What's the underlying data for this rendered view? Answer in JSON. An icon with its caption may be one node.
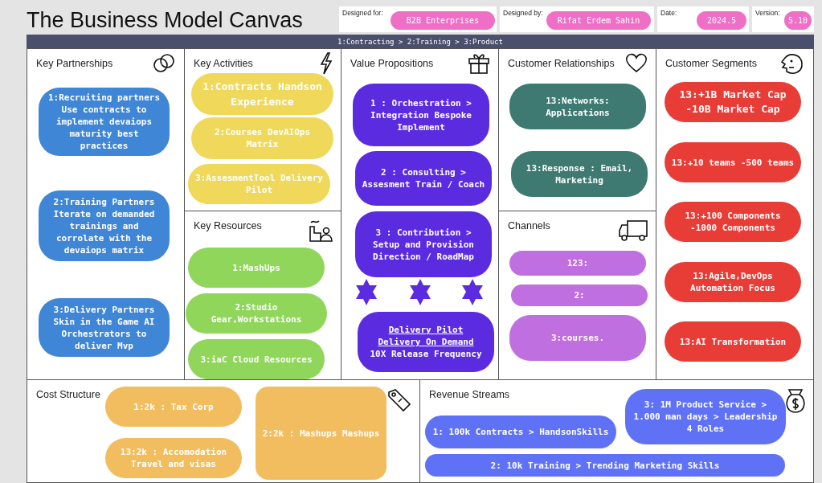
{
  "diagram": {
    "title": "The Business Model Canvas",
    "nodes": [
      {
        "text": [
          "Designed for:"
        ]
      },
      {
        "text": [
          "B2B Enterprises"
        ],
        "in": 0
      },
      {
        "text": [
          "Designed by:"
        ]
      },
      {
        "text": [
          "Rifat Erdem Sahin"
        ],
        "in": 2
      },
      {
        "text": [
          "Date:"
        ]
      },
      {
        "text": [
          "2024.5"
        ],
        "in": 4
      },
      {
        "text": [
          "Version:"
        ]
      },
      {
        "text": [
          "5.10"
        ],
        "in": 6
      },
      {
        "text": [
          "1:Contracting > 2:Training > 3:Product"
        ]
      },
      {
        "text": [
          "Key Partnerships"
        ]
      },
      {
        "text": [
          "1:Recruiting partners Use contracts to implement devaiops maturity best practices"
        ],
        "in": 9
      },
      {
        "text": [
          "2:Training Partners Iterate on demanded trainings and corrolate with the devaiops matrix"
        ],
        "in": 9
      },
      {
        "text": [
          "3:Delivery Partners Skin in the Game AI Orchestrators to deliver Mvp"
        ],
        "in": 9
      },
      {
        "text": [
          "Key Activities"
        ]
      },
      {
        "text": [
          "1:Contracts Handson Experience"
        ],
        "in": 13
      },
      {
        "text": [
          "2:Courses DevAIOps Matrix"
        ],
        "in": 13
      },
      {
        "text": [
          "3:AssesmentTool Delivery Pilot"
        ],
        "in": 13
      },
      {
        "text": [
          "Key Resources"
        ]
      },
      {
        "text": [
          "1:MashUps"
        ],
        "in": 17
      },
      {
        "text": [
          "2:Studio Gear,Workstations"
        ],
        "in": 17
      },
      {
        "text": [
          "3:iaC Cloud Resources"
        ],
        "in": 17
      },
      {
        "text": [
          "Value Propositions"
        ]
      },
      {
        "text": [
          "1 : Orchestration > Integration Bespoke Implement"
        ],
        "in": 21
      },
      {
        "text": [
          "2 : Consulting > Assesment Train / Coach"
        ],
        "in": 21
      },
      {
        "text": [
          "3 : Contribution > Setup and Provision Direction / RoadMap"
        ],
        "in": 21
      },
      {
        "text": [
          "Delivery Pilot",
          "Delivery On Demand",
          "10X Release Frequency"
        ],
        "in": 21
      },
      {
        "text": [
          "Customer Relationships"
        ]
      },
      {
        "text": [
          "13:Networks: Applications"
        ],
        "in": 26
      },
      {
        "text": [
          "13:Response : Email, Marketing"
        ],
        "in": 26
      },
      {
        "text": [
          "Channels"
        ]
      },
      {
        "text": [
          "123:"
        ],
        "in": 29
      },
      {
        "text": [
          "2:"
        ],
        "in": 29
      },
      {
        "text": [
          "3:courses."
        ],
        "in": 29
      },
      {
        "text": [
          "Customer Segments"
        ]
      },
      {
        "text": [
          "13:+1B Market Cap -10B Market Cap"
        ],
        "in": 33
      },
      {
        "text": [
          "13:+10 teams -500 teams"
        ],
        "in": 33
      },
      {
        "text": [
          "13:+100 Components -1000 Components"
        ],
        "in": 33
      },
      {
        "text": [
          "13:Agile,DevOps Automation Focus"
        ],
        "in": 33
      },
      {
        "text": [
          "13:AI Transformation"
        ],
        "in": 33
      },
      {
        "text": [
          "Cost Structure"
        ]
      },
      {
        "text": [
          "1:2k : Tax Corp"
        ],
        "in": 39
      },
      {
        "text": [
          "13:2k : Accomodation Travel and visas"
        ],
        "in": 39
      },
      {
        "text": [
          "2:2k : Mashups Mashups"
        ],
        "in": 39
      },
      {
        "text": [
          "Revenue Streams"
        ]
      },
      {
        "text": [
          "3: 1M Product Service > 1.000 man days > Leadership 4 Roles"
        ],
        "in": 43
      },
      {
        "text": [
          "1: 100k Contracts > HandsonSkills"
        ],
        "in": 43
      },
      {
        "text": [
          "2: 10k Training > Trending Marketing Skills"
        ],
        "in": 43
      }
    ]
  }
}
